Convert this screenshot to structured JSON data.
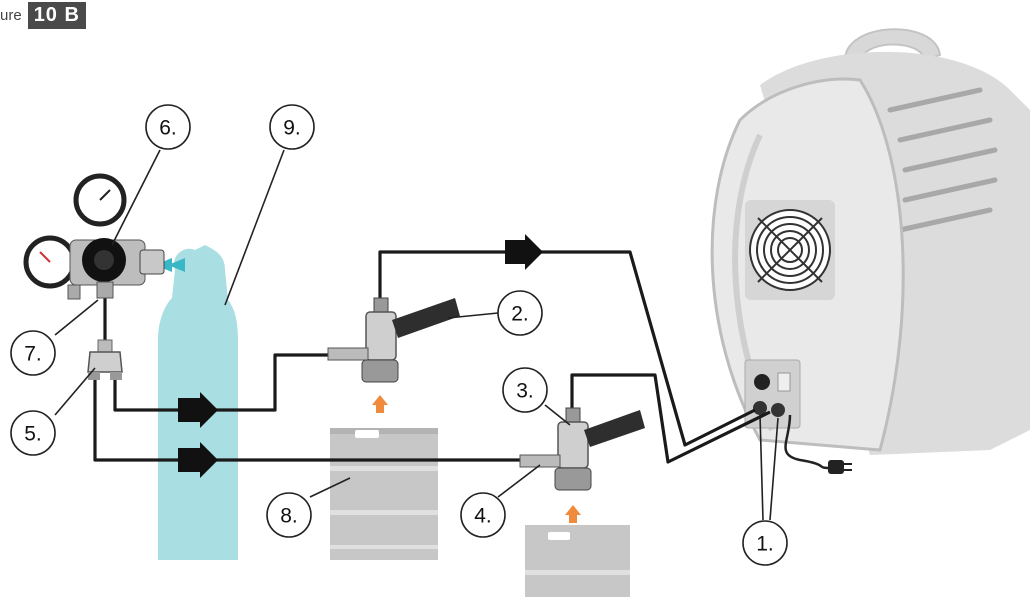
{
  "figure": {
    "prefix": "ure",
    "label": "10 B"
  },
  "callouts": [
    "1.",
    "2.",
    "3.",
    "4.",
    "5.",
    "6.",
    "7.",
    "8.",
    "9."
  ],
  "icons": [
    "regulator-icon",
    "gas-cylinder-icon",
    "keg-icon",
    "tap-coupler-icon",
    "cooler-unit-icon",
    "fan-grille-icon",
    "plug-icon",
    "flow-arrow-icon"
  ],
  "colors": {
    "hose": "#1a1a1a",
    "cylinder": "#a9dfe2",
    "keg": "#c7c7c7",
    "cooler": "#e4e4e4",
    "gas_arrow": "#3ab7c7",
    "keg_arrow": "#f08a3c",
    "figure_tag": "#4a4a4a"
  }
}
